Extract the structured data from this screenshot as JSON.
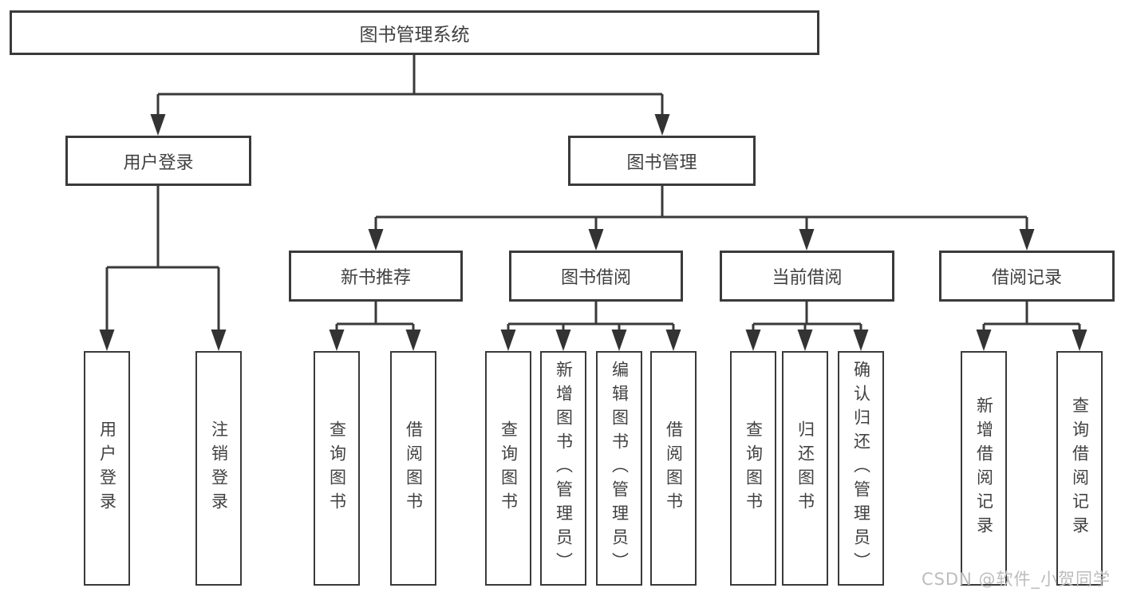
{
  "diagram": {
    "title": "图书管理系统",
    "level2": {
      "user_login": "用户登录",
      "book_management": "图书管理"
    },
    "level3": {
      "new_book_recommend": "新书推荐",
      "book_borrowing": "图书借阅",
      "current_borrowing": "当前借阅",
      "borrowing_records": "借阅记录"
    },
    "leaves": {
      "user_login": [
        "用户登录",
        "注销登录"
      ],
      "new_book_recommend": [
        "查询图书",
        "借阅图书"
      ],
      "book_borrowing": [
        "查询图书",
        "新增图书（管理员）",
        "编辑图书（管理员）",
        "借阅图书"
      ],
      "current_borrowing": [
        "查询图书",
        "归还图书",
        "确认归还（管理员）"
      ],
      "borrowing_records": [
        "新增借阅记录",
        "查询借阅记录"
      ]
    }
  },
  "watermark": {
    "text": "CSDN @软件_小贺同学",
    "color": "#bcbcbc"
  },
  "colors": {
    "line": "#3a3a3a",
    "arrow": "#333333",
    "text": "#414141",
    "background": "#ffffff"
  }
}
